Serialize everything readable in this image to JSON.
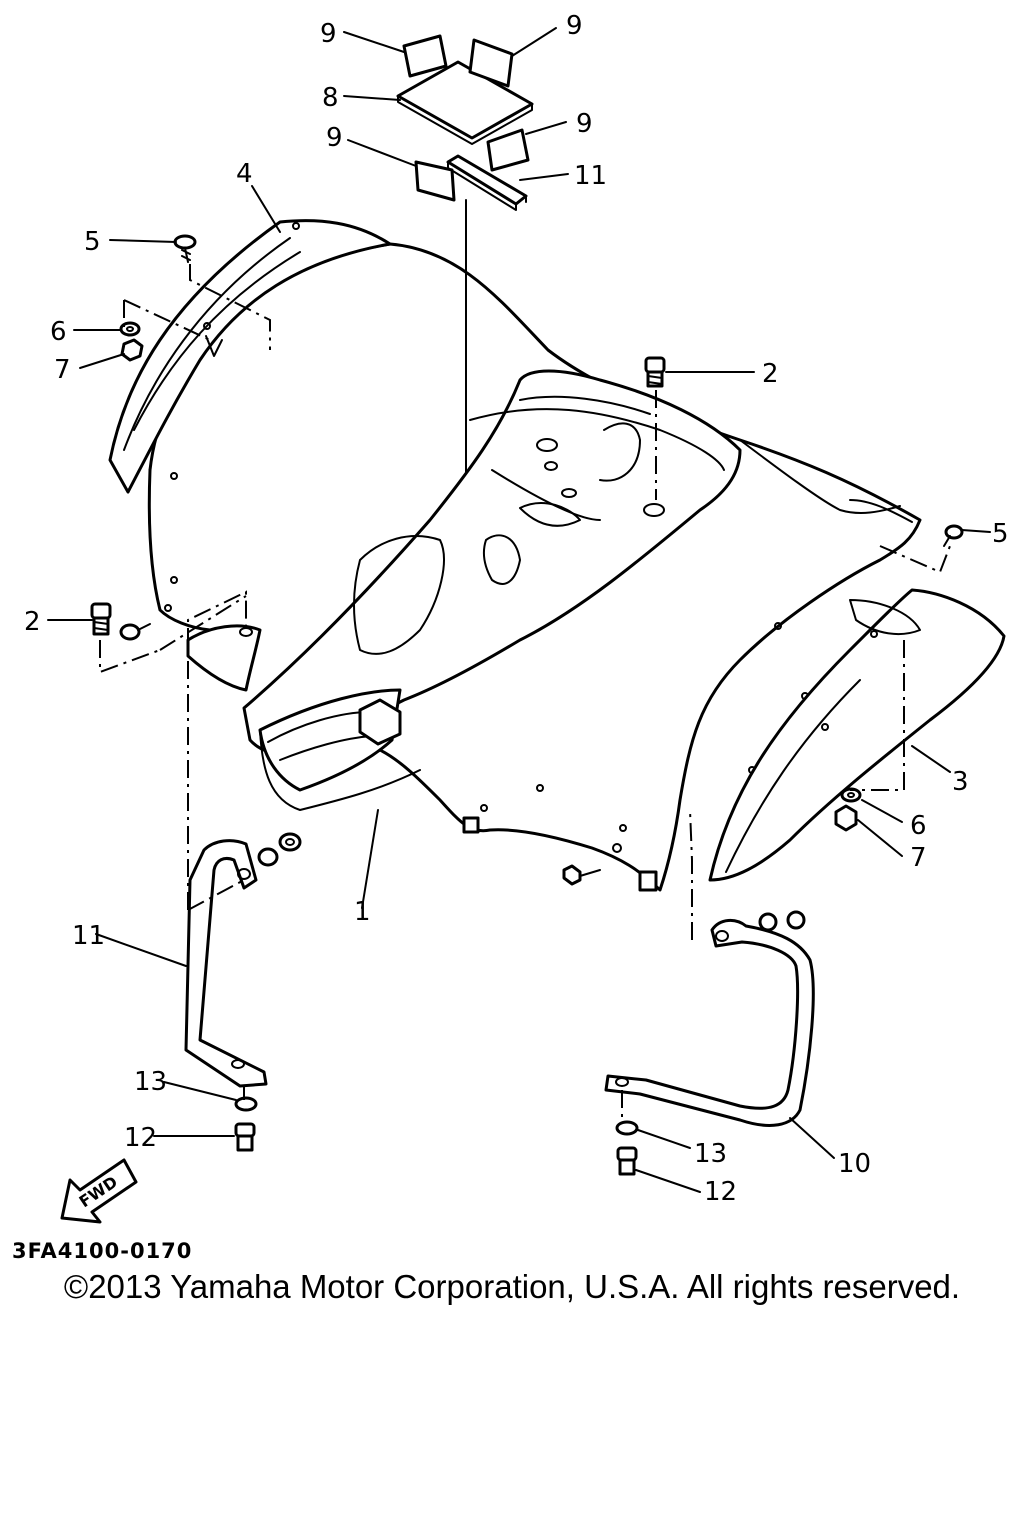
{
  "labels": {
    "p1": "1",
    "p2a": "2",
    "p2b": "2",
    "p3": "3",
    "p4": "4",
    "p5a": "5",
    "p5b": "5",
    "p6a": "6",
    "p6b": "6",
    "p7a": "7",
    "p7b": "7",
    "p8": "8",
    "p9a": "9",
    "p9b": "9",
    "p9c": "9",
    "p9d": "9",
    "p10": "10",
    "p11a": "11",
    "p11b": "11",
    "p12a": "12",
    "p12b": "12",
    "p13a": "13",
    "p13b": "13"
  },
  "fwd_label": "FWD",
  "diagram_code": "3FA4100-0170",
  "copyright": "©2013 Yamaha Motor Corporation, U.S.A. All rights reserved."
}
